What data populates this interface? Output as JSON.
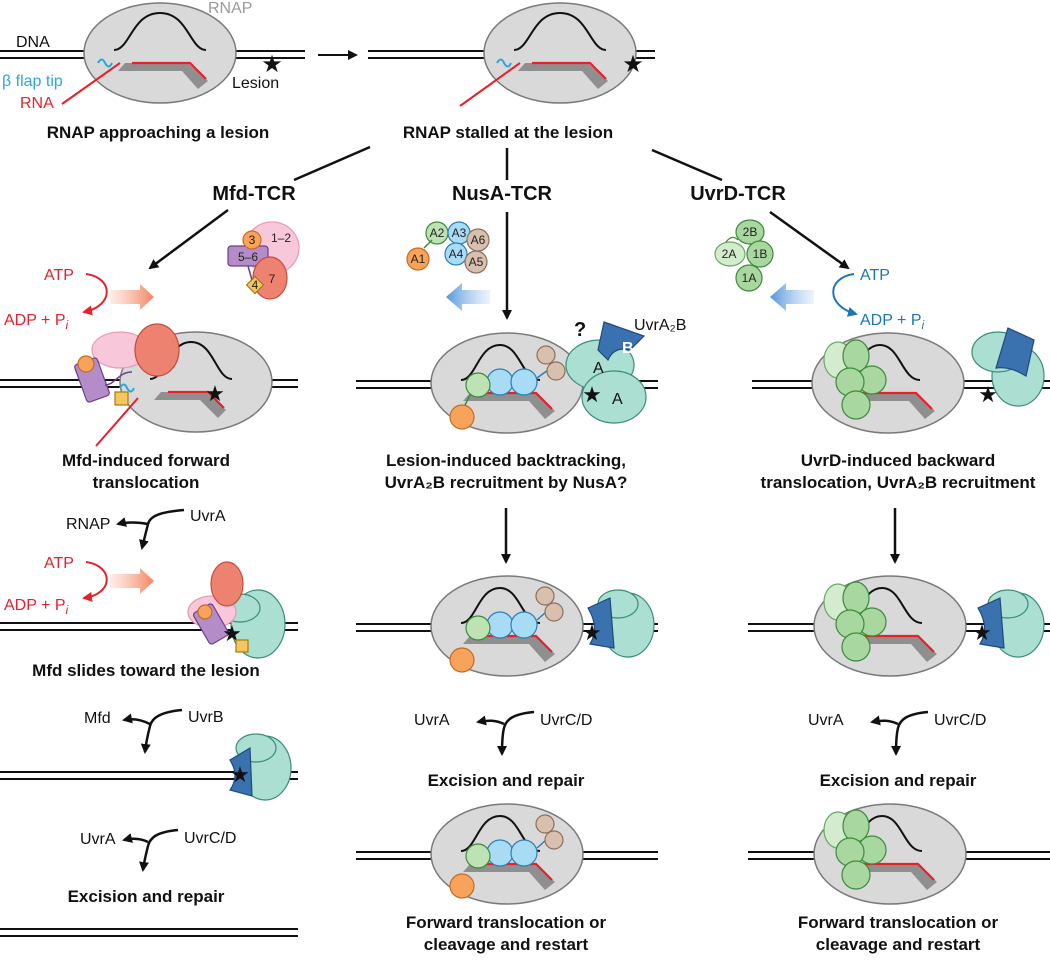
{
  "labels": {
    "dna": "DNA",
    "rnap": "RNAP",
    "beta_flap_tip": "β flap tip",
    "rna": "RNA",
    "lesion": "Lesion",
    "uvra2b": "UvrA₂B",
    "question": "?",
    "uvra_a": "A",
    "uvra_b": "B"
  },
  "captions": {
    "approaching": "RNAP approaching a lesion",
    "stalled": "RNAP stalled at the lesion",
    "mfd_forward_1": "Mfd-induced forward",
    "mfd_forward_2": "translocation",
    "nusa_back_1": "Lesion-induced backtracking,",
    "nusa_back_2": "UvrA₂B recruitment by NusA?",
    "uvrd_back_1": "UvrD-induced backward",
    "uvrd_back_2": "translocation, UvrA₂B recruitment",
    "mfd_slides": "Mfd slides toward the lesion",
    "excision_mfd": "Excision and repair",
    "excision_nusa": "Excision and repair",
    "excision_uvrd": "Excision and repair",
    "restart_nusa_1": "Forward translocation or",
    "restart_nusa_2": "cleavage and restart",
    "restart_uvrd_1": "Forward translocation or",
    "restart_uvrd_2": "cleavage and restart"
  },
  "pathways": {
    "mfd": "Mfd-TCR",
    "nusa": "NusA-TCR",
    "uvrd": "UvrD-TCR"
  },
  "energy": {
    "atp": "ATP",
    "adp": "ADP + P",
    "pi_sub": "i"
  },
  "mfd_domains": [
    "3",
    "1–2",
    "5–6",
    "4",
    "7"
  ],
  "nusa_domains": [
    "A2",
    "A3",
    "A6",
    "A1",
    "A4",
    "A5"
  ],
  "uvrd_domains": [
    "2B",
    "2A",
    "1B",
    "1A"
  ],
  "flow": {
    "rnap": "RNAP",
    "uvra": "UvrA",
    "mfd": "Mfd",
    "uvrb": "UvrB",
    "uvrcd": "UvrC/D"
  },
  "colors": {
    "rnap_fill": "#d9d9da",
    "rna": "#e8202a",
    "beta_flap": "#29a8df",
    "mfd_pink": "#f8c8da",
    "mfd_purple": "#b48cc8",
    "mfd_salmon": "#ee8270",
    "mfd_orange": "#f7a35c",
    "mfd_yellow": "#f5c65e",
    "nusa_blue": "#a8dcf5",
    "nusa_green": "#bde3b4",
    "nusa_tan": "#d9bfae",
    "uvrd_green": "#a8d8a0",
    "uvra_teal": "#aadfd2",
    "uvrb_blue": "#3a72b0"
  }
}
